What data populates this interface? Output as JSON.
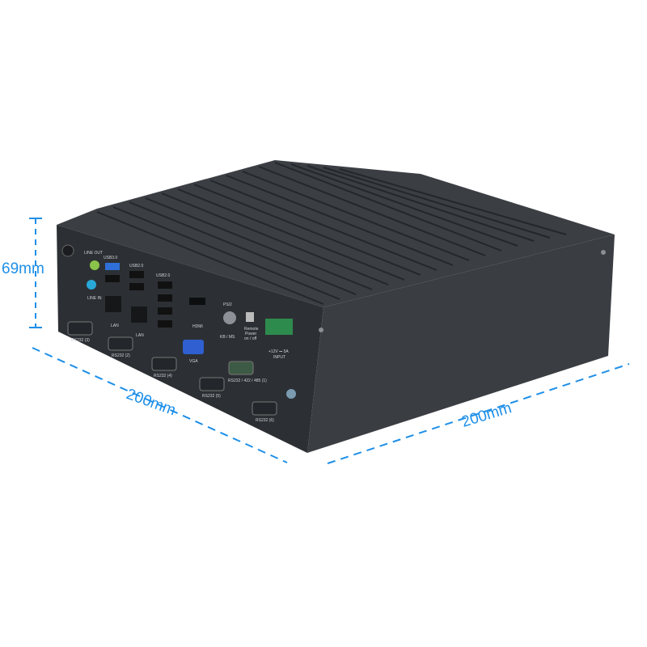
{
  "dimensions": {
    "height": "69mm",
    "front_width": "200mm",
    "side_depth": "200mm"
  },
  "port_labels": {
    "line_out": "LINE OUT",
    "line_in": "LINE IN",
    "usb3": "USB3.0",
    "usb2_a": "USB2.0",
    "usb2_b": "USB2.0",
    "lan1": "LAN",
    "lan2": "LAN",
    "hdmi": "HDMI",
    "ps2": "PS/2",
    "kbms": "KB / MS",
    "remote": "Remote",
    "remote2": "Power",
    "remote3": "on / off",
    "power": "+12V ⎓ 5A",
    "power2": "INPUT",
    "vga": "VGA",
    "com1": "RS232 / 422 / 485 (1)",
    "com2": "RS232 (2)",
    "com3": "RS232 (3)",
    "com4": "RS232 (4)",
    "com5": "RS232 (5)",
    "com6": "RS232 (6)"
  },
  "colors": {
    "accent": "#1e8fe8",
    "body": "#2e3236",
    "line_out": "#8bc34a",
    "line_in": "#29a8d8",
    "vga": "#2f5fd0",
    "terminal": "#2e8b4e"
  }
}
